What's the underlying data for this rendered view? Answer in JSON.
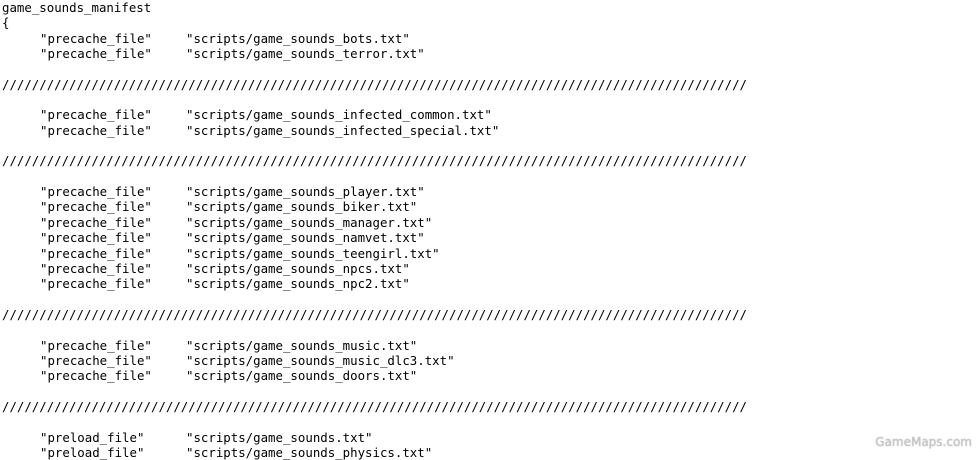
{
  "document": {
    "header": "game_sounds_manifest",
    "open_brace": "{",
    "divider": "////////////////////////////////////////////////////////////////////////////////////////////////////",
    "groups": [
      [
        {
          "key": "\"precache_file\"",
          "value": "\"scripts/game_sounds_bots.txt\""
        },
        {
          "key": "\"precache_file\"",
          "value": "\"scripts/game_sounds_terror.txt\""
        }
      ],
      [
        {
          "key": "\"precache_file\"",
          "value": "\"scripts/game_sounds_infected_common.txt\""
        },
        {
          "key": "\"precache_file\"",
          "value": "\"scripts/game_sounds_infected_special.txt\""
        }
      ],
      [
        {
          "key": "\"precache_file\"",
          "value": "\"scripts/game_sounds_player.txt\""
        },
        {
          "key": "\"precache_file\"",
          "value": "\"scripts/game_sounds_biker.txt\""
        },
        {
          "key": "\"precache_file\"",
          "value": "\"scripts/game_sounds_manager.txt\""
        },
        {
          "key": "\"precache_file\"",
          "value": "\"scripts/game_sounds_namvet.txt\""
        },
        {
          "key": "\"precache_file\"",
          "value": "\"scripts/game_sounds_teengirl.txt\""
        },
        {
          "key": "\"precache_file\"",
          "value": "\"scripts/game_sounds_npcs.txt\""
        },
        {
          "key": "\"precache_file\"",
          "value": "\"scripts/game_sounds_npc2.txt\""
        }
      ],
      [
        {
          "key": "\"precache_file\"",
          "value": "\"scripts/game_sounds_music.txt\""
        },
        {
          "key": "\"precache_file\"",
          "value": "\"scripts/game_sounds_music_dlc3.txt\""
        },
        {
          "key": "\"precache_file\"",
          "value": "\"scripts/game_sounds_doors.txt\""
        }
      ],
      [
        {
          "key": "\"preload_file\"",
          "value": "\"scripts/game_sounds.txt\""
        },
        {
          "key": "\"preload_file\"",
          "value": "\"scripts/game_sounds_physics.txt\""
        }
      ]
    ]
  },
  "watermark": "GameMaps.com"
}
